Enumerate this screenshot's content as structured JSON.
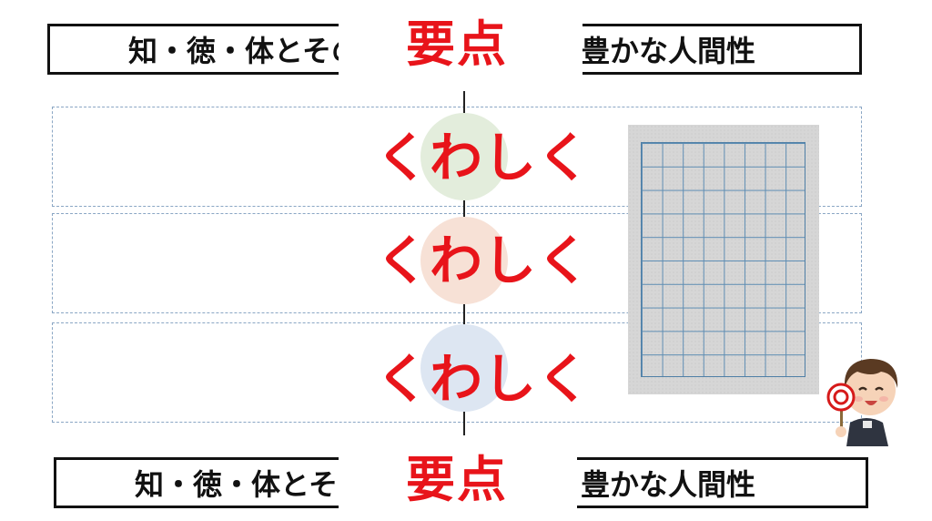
{
  "top_banner": {
    "left_text": "知・徳・体とその",
    "right_text": "豊かな人間性",
    "keyword": "要点"
  },
  "bottom_banner": {
    "left_text": "知・徳・体とそ",
    "right_text": "豊かな人間性",
    "keyword": "要点"
  },
  "sections": [
    {
      "label": "くわしく",
      "circle_color": "#e3eddc"
    },
    {
      "label": "くわしく",
      "circle_color": "#f7e1d6"
    },
    {
      "label": "くわしく",
      "circle_color": "#dde6f2"
    }
  ],
  "colors": {
    "accent": "#e8141a",
    "border": "#111111",
    "dashed": "#8aa6c4",
    "grid": "#5e8db3"
  },
  "icons": {
    "character": "boy-holding-circle-sign-icon",
    "sign": "maru-sign-icon"
  }
}
